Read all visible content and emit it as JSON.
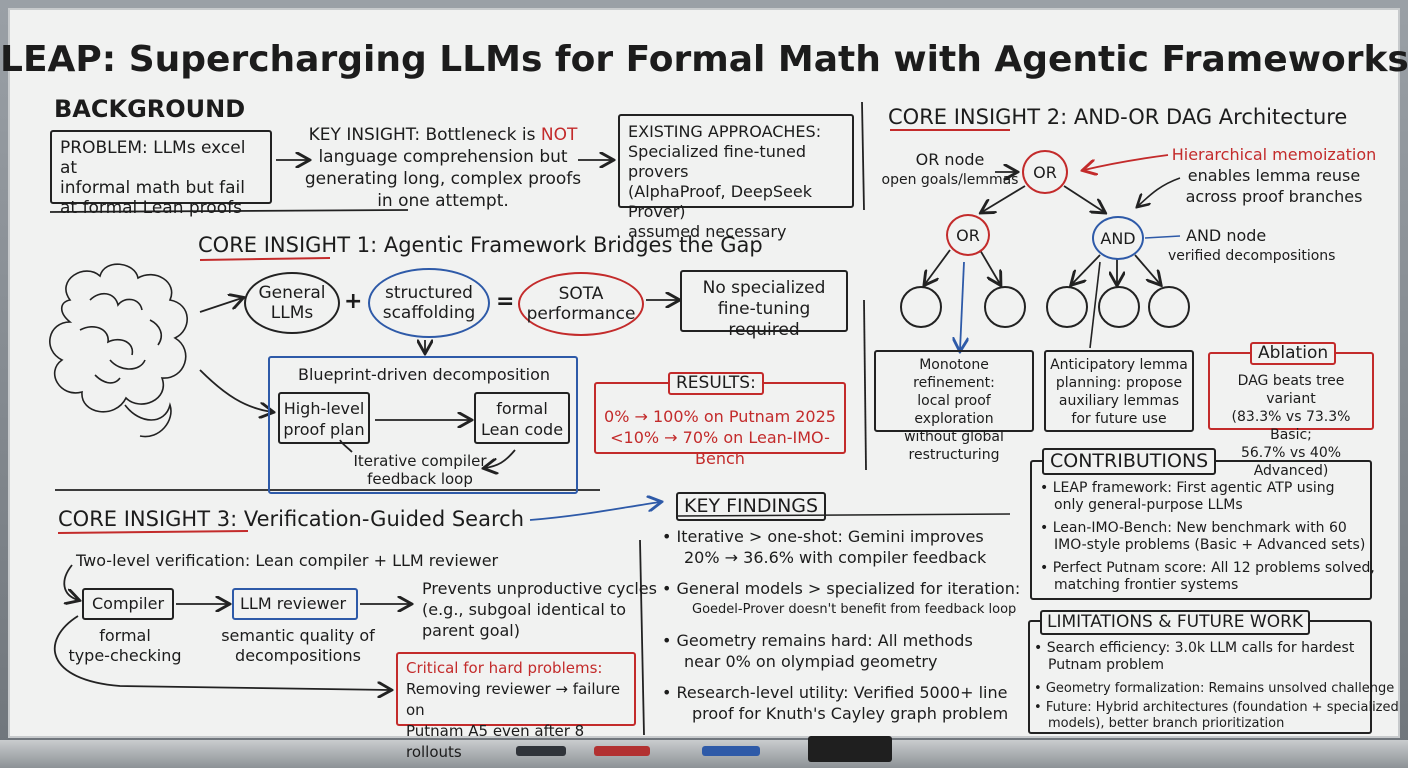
{
  "title": "LEAP: Supercharging LLMs for Formal Math with Agentic Frameworks",
  "background": {
    "heading": "BACKGROUND",
    "problem": [
      "PROBLEM: LLMs excel at",
      "informal math but fail",
      "at formal Lean proofs"
    ],
    "insight_pre": "KEY INSIGHT: Bottleneck is",
    "insight_not": "NOT",
    "insight_rest": [
      "language comprehension but",
      "generating long, complex proofs",
      "in one attempt."
    ],
    "existing": [
      "EXISTING APPROACHES:",
      "Specialized fine-tuned provers",
      "(AlphaProof, DeepSeek Prover)",
      "assumed necessary"
    ]
  },
  "core1": {
    "heading_red": "CORE INSIGHT 1",
    "heading_rest": ": Agentic Framework Bridges the Gap",
    "general": [
      "General",
      "LLMs"
    ],
    "plus": "+",
    "scaffolding": [
      "structured",
      "scaffolding"
    ],
    "equals": "=",
    "sota": [
      "SOTA",
      "performance"
    ],
    "no_ft": [
      "No specialized",
      "fine-tuning required"
    ],
    "blueprint_title": "Blueprint-driven decomposition",
    "plan": [
      "High-level",
      "proof plan"
    ],
    "formal": [
      "formal",
      "Lean code"
    ],
    "loop": [
      "Iterative compiler",
      "feedback loop"
    ],
    "results_title": "RESULTS:",
    "results": [
      "0% → 100% on Putnam 2025",
      "<10% → 70% on Lean-IMO-Bench"
    ]
  },
  "core2": {
    "heading_red": "CORE INSIGHT 2",
    "heading_rest": ": AND-OR DAG Architecture",
    "or_label": [
      "OR node",
      "open goals/lemmas"
    ],
    "or": "OR",
    "and": "AND",
    "memo": [
      "Hierarchical memoization",
      "enables lemma reuse",
      "across proof branches"
    ],
    "and_label": [
      "AND node",
      "verified decompositions"
    ],
    "monotone": [
      "Monotone refinement:",
      "local proof exploration",
      "without global",
      "restructuring"
    ],
    "anticipatory": [
      "Anticipatory lemma",
      "planning: propose",
      "auxiliary lemmas",
      "for future use"
    ],
    "ablation_title": "Ablation",
    "ablation": [
      "DAG beats tree variant",
      "(83.3% vs 73.3% Basic;",
      "56.7% vs 40% Advanced)"
    ]
  },
  "core3": {
    "heading_red": "CORE INSIGHT 3",
    "heading_rest": ": Verification-Guided Search",
    "two_level": "Two-level verification: Lean compiler + LLM reviewer",
    "compiler": "Compiler",
    "reviewer": "LLM reviewer",
    "compiler_sub": [
      "formal",
      "type-checking"
    ],
    "reviewer_sub": [
      "semantic quality of",
      "decompositions"
    ],
    "prevents": [
      "Prevents unproductive cycles",
      "(e.g., subgoal identical to",
      "parent goal)"
    ],
    "critical_title": "Critical for hard problems:",
    "critical": [
      "Removing reviewer → failure on",
      "Putnam A5 even after 8 rollouts"
    ]
  },
  "findings": {
    "heading": "KEY FINDINGS",
    "items": [
      [
        "Iterative > one-shot: Gemini improves",
        "20% → 36.6% with compiler feedback"
      ],
      [
        "General models > specialized for iteration:",
        "Goedel-Prover doesn't benefit from feedback loop"
      ],
      [
        "Geometry remains hard: All methods",
        "near 0% on olympiad geometry"
      ],
      [
        "Research-level utility: Verified 5000+ line",
        "proof for Knuth's Cayley graph problem"
      ]
    ]
  },
  "contributions": {
    "heading": "CONTRIBUTIONS",
    "items": [
      [
        "LEAP framework: First agentic ATP using",
        "only general-purpose LLMs"
      ],
      [
        "Lean-IMO-Bench: New benchmark with 60",
        "IMO-style problems (Basic + Advanced sets)"
      ],
      [
        "Perfect Putnam score: All 12 problems solved,",
        "matching frontier systems"
      ]
    ]
  },
  "limitations": {
    "heading": "LIMITATIONS & FUTURE WORK",
    "items": [
      [
        "Search efficiency: 3.0k LLM calls for hardest",
        "Putnam problem"
      ],
      [
        "Geometry formalization: Remains unsolved challenge"
      ],
      [
        "Future: Hybrid architectures (foundation + specialized",
        "models), better branch prioritization"
      ]
    ]
  },
  "bullet": "•",
  "colors": {
    "red": "#c32b2b",
    "blue": "#2e5aa8",
    "ink": "#1c1c1c"
  }
}
